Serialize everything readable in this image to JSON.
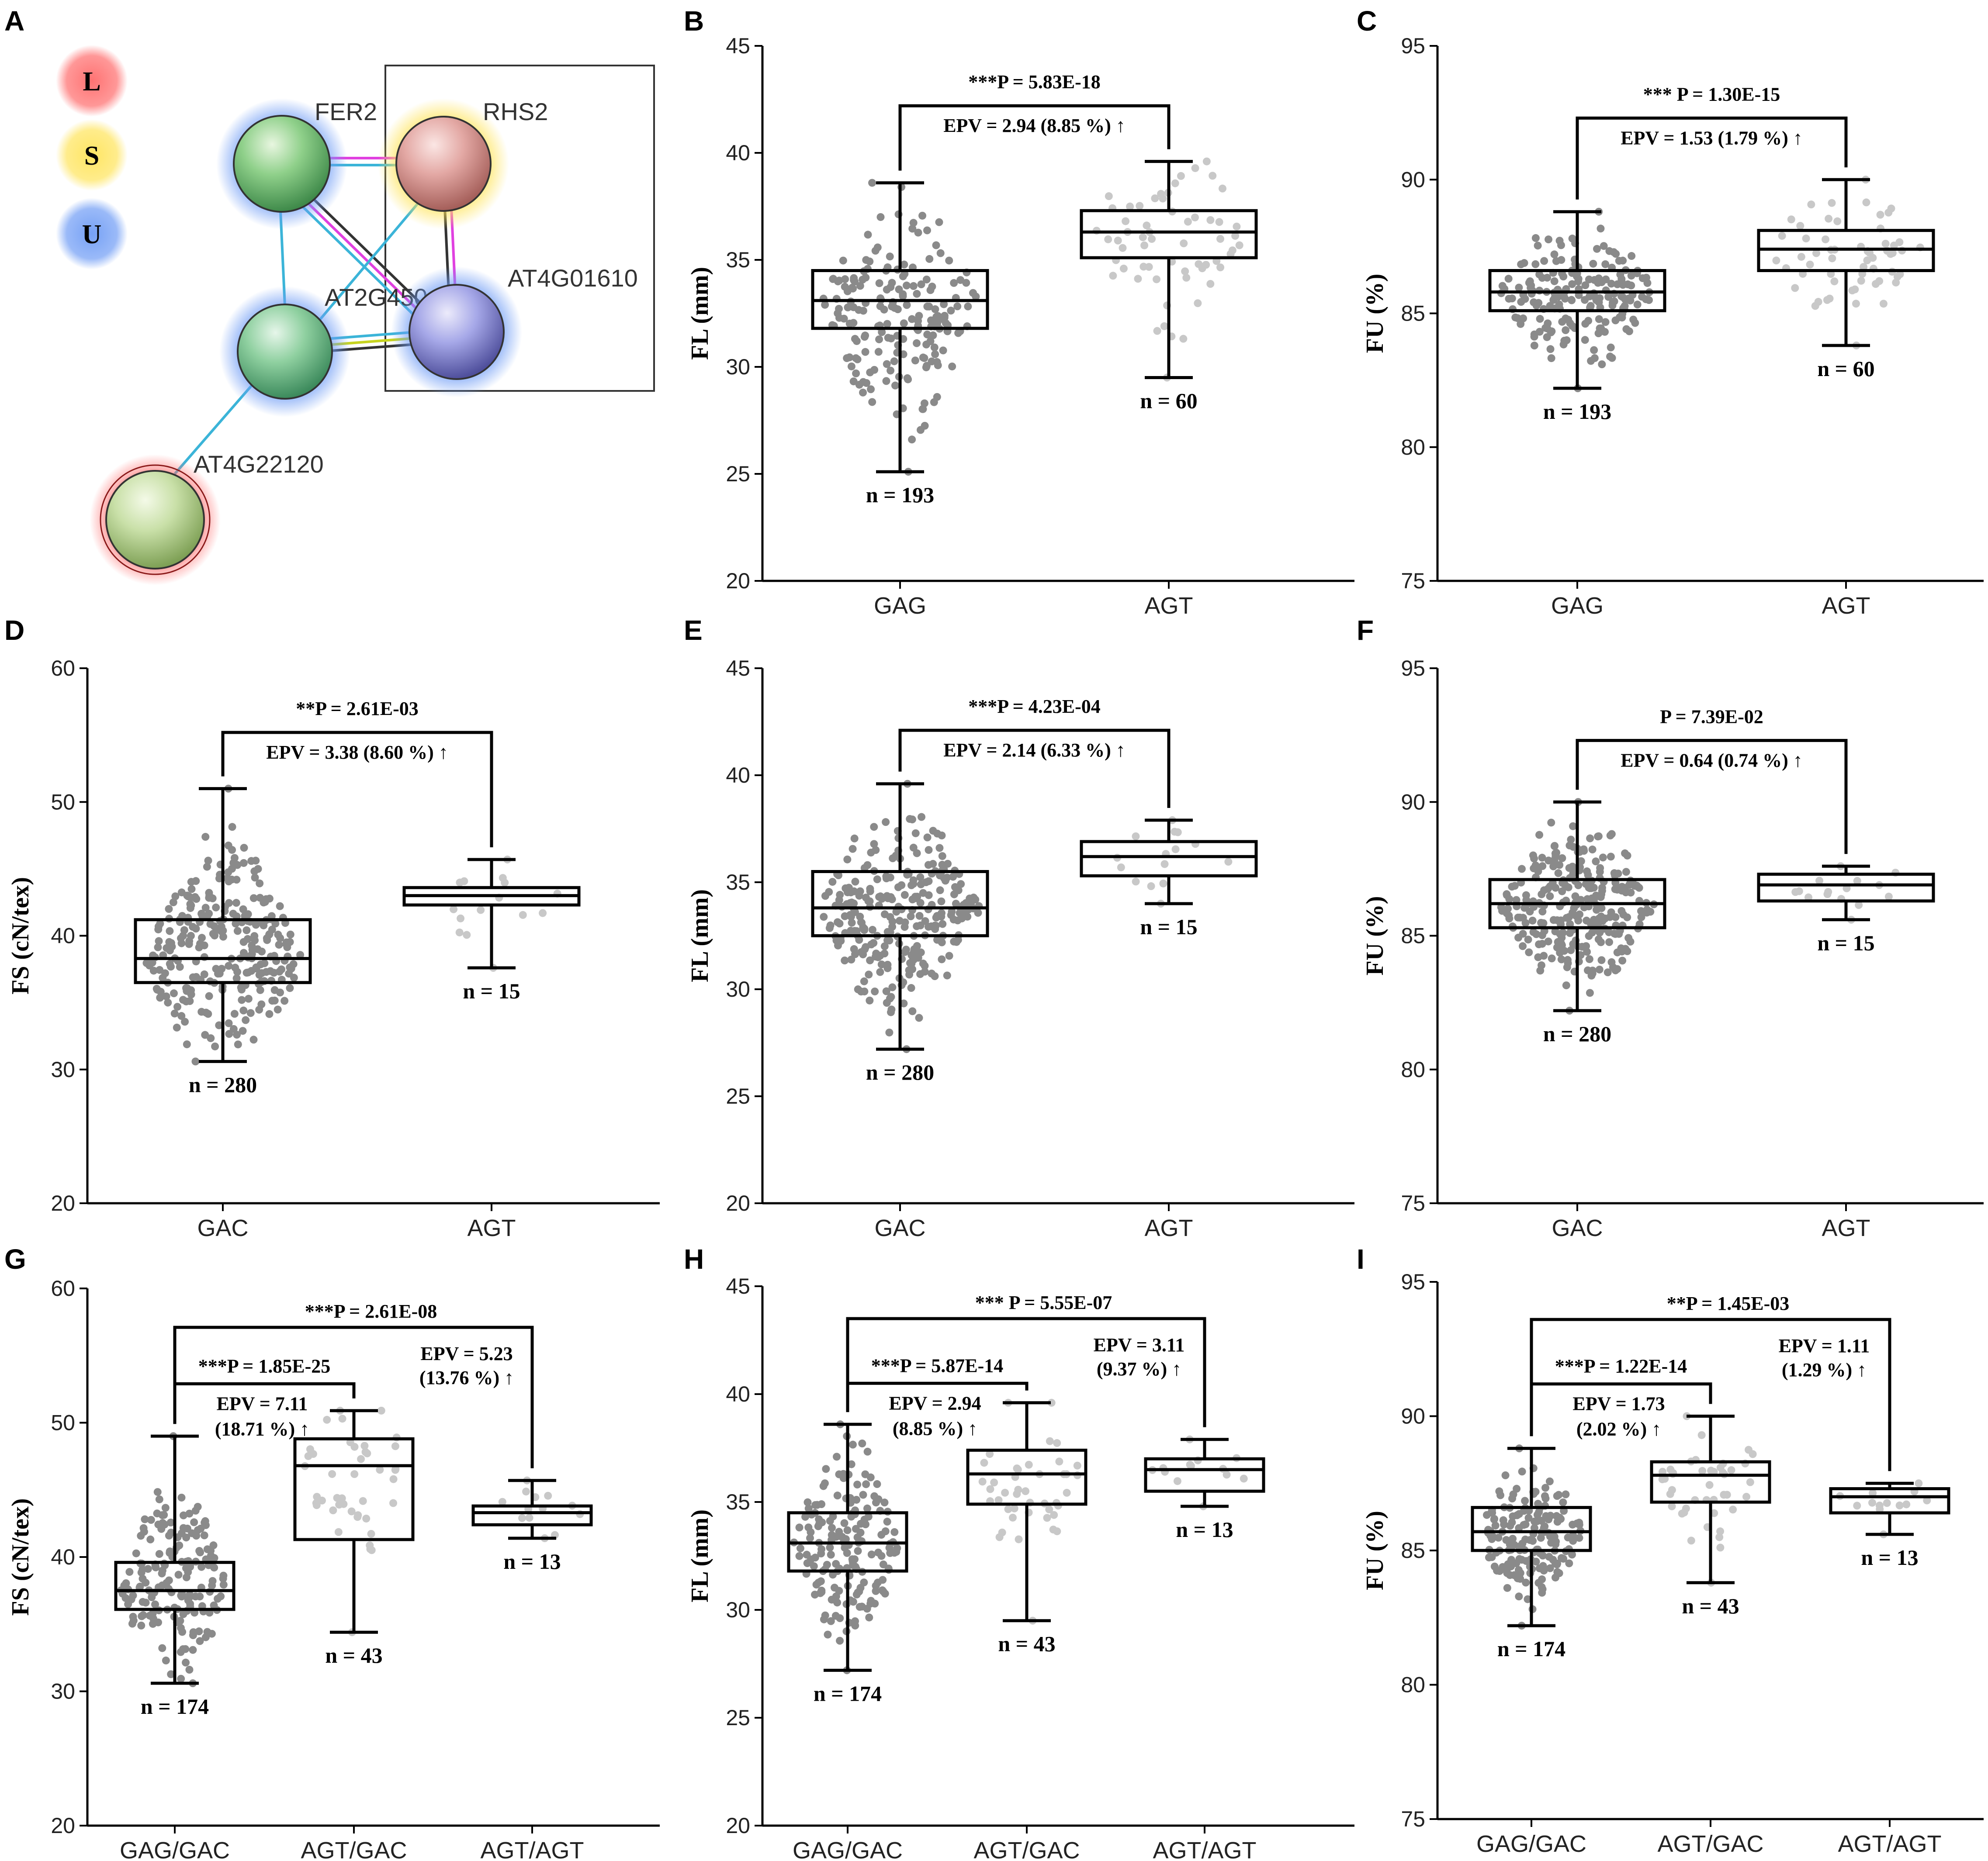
{
  "panels": {
    "A": {
      "letter": "A",
      "legend": [
        {
          "label": "L",
          "color": "#ff6b6b"
        },
        {
          "label": "S",
          "color": "#ffe45a"
        },
        {
          "label": "U",
          "color": "#6f9cf5"
        }
      ],
      "nodes": [
        {
          "id": "FER2",
          "label": "FER2",
          "halo": "#6f9cf5",
          "fill": "#8fd08a"
        },
        {
          "id": "RHS2",
          "label": "RHS2",
          "halo": "#ffe45a",
          "fill": "#e3a8a4"
        },
        {
          "id": "AT2G450",
          "label": "AT2G450",
          "halo": "#6f9cf5",
          "fill": "#8fd0a0"
        },
        {
          "id": "AT4G01610",
          "label": "AT4G01610",
          "halo": "#6f9cf5",
          "fill": "#a6a8e8"
        },
        {
          "id": "AT4G22120",
          "label": "AT4G22120",
          "halo": "#ff6b6b",
          "fill": "#c9e0a8"
        }
      ]
    }
  },
  "chart_data": [
    {
      "panel": "B",
      "type": "box",
      "ylabel": "FL (mm)",
      "ylim": [
        20,
        45
      ],
      "yticks": [
        20,
        25,
        30,
        35,
        40,
        45
      ],
      "categories": [
        "GAG",
        "AGT"
      ],
      "boxes": [
        {
          "category": "GAG",
          "min": 25.1,
          "q1": 31.8,
          "median": 33.1,
          "q3": 34.5,
          "max": 38.6,
          "n_label": "n = 193",
          "n": 193
        },
        {
          "category": "AGT",
          "min": 29.5,
          "q1": 35.1,
          "median": 36.3,
          "q3": 37.3,
          "max": 39.6,
          "n_label": "n = 60",
          "n": 60
        }
      ],
      "brackets": [
        {
          "from": 0,
          "to": 1,
          "y": 42.2,
          "p_label": "***P = 5.83E-18",
          "epv_label": "EPV = 2.94 (8.85 %) ↑"
        }
      ]
    },
    {
      "panel": "C",
      "type": "box",
      "ylabel": "FU (%)",
      "ylim": [
        75,
        95
      ],
      "yticks": [
        75,
        80,
        85,
        90,
        95
      ],
      "categories": [
        "GAG",
        "AGT"
      ],
      "boxes": [
        {
          "category": "GAG",
          "min": 82.2,
          "q1": 85.1,
          "median": 85.8,
          "q3": 86.6,
          "max": 88.8,
          "n_label": "n = 193",
          "n": 193
        },
        {
          "category": "AGT",
          "min": 83.8,
          "q1": 86.6,
          "median": 87.4,
          "q3": 88.1,
          "max": 90.0,
          "n_label": "n = 60",
          "n": 60
        }
      ],
      "brackets": [
        {
          "from": 0,
          "to": 1,
          "y": 92.3,
          "p_label": "*** P = 1.30E-15",
          "epv_label": "EPV = 1.53 (1.79 %) ↑"
        }
      ]
    },
    {
      "panel": "D",
      "type": "box",
      "ylabel": "FS (cN/tex)",
      "ylim": [
        20,
        60
      ],
      "yticks": [
        20,
        30,
        40,
        50,
        60
      ],
      "categories": [
        "GAC",
        "AGT"
      ],
      "boxes": [
        {
          "category": "GAC",
          "min": 30.6,
          "q1": 36.5,
          "median": 38.3,
          "q3": 41.2,
          "max": 51.0,
          "n_label": "n = 280",
          "n": 280
        },
        {
          "category": "AGT",
          "min": 37.6,
          "q1": 42.3,
          "median": 43.0,
          "q3": 43.6,
          "max": 45.7,
          "n_label": "n = 15",
          "n": 15
        }
      ],
      "brackets": [
        {
          "from": 0,
          "to": 1,
          "y": 55.2,
          "p_label": "**P = 2.61E-03",
          "epv_label": "EPV = 3.38  (8.60 %) ↑"
        }
      ]
    },
    {
      "panel": "E",
      "type": "box",
      "ylabel": "FL (mm)",
      "ylim": [
        20,
        45
      ],
      "yticks": [
        20,
        25,
        30,
        35,
        40,
        45
      ],
      "categories": [
        "GAC",
        "AGT"
      ],
      "boxes": [
        {
          "category": "GAC",
          "min": 27.2,
          "q1": 32.5,
          "median": 33.8,
          "q3": 35.5,
          "max": 39.6,
          "n_label": "n = 280",
          "n": 280
        },
        {
          "category": "AGT",
          "min": 34.0,
          "q1": 35.3,
          "median": 36.2,
          "q3": 36.9,
          "max": 37.9,
          "n_label": "n = 15",
          "n": 15
        }
      ],
      "brackets": [
        {
          "from": 0,
          "to": 1,
          "y": 42.1,
          "p_label": "***P = 4.23E-04",
          "epv_label": "EPV = 2.14  (6.33 %) ↑"
        }
      ]
    },
    {
      "panel": "F",
      "type": "box",
      "ylabel": "FU (%)",
      "ylim": [
        75,
        95
      ],
      "yticks": [
        75,
        80,
        85,
        90,
        95
      ],
      "categories": [
        "GAC",
        "AGT"
      ],
      "boxes": [
        {
          "category": "GAC",
          "min": 82.2,
          "q1": 85.3,
          "median": 86.2,
          "q3": 87.1,
          "max": 90.0,
          "n_label": "n = 280",
          "n": 280
        },
        {
          "category": "AGT",
          "min": 85.6,
          "q1": 86.3,
          "median": 86.9,
          "q3": 87.3,
          "max": 87.6,
          "n_label": "n = 15",
          "n": 15
        }
      ],
      "brackets": [
        {
          "from": 0,
          "to": 1,
          "y": 92.3,
          "p_label": "P = 7.39E-02",
          "epv_label": "EPV = 0.64 (0.74 %) ↑"
        }
      ]
    },
    {
      "panel": "G",
      "type": "box",
      "ylabel": "FS (cN/tex)",
      "ylim": [
        20,
        60
      ],
      "yticks": [
        20,
        30,
        40,
        50,
        60
      ],
      "categories": [
        "GAG/GAC",
        "AGT/GAC",
        "AGT/AGT"
      ],
      "boxes": [
        {
          "category": "GAG/GAC",
          "min": 30.6,
          "q1": 36.1,
          "median": 37.5,
          "q3": 39.6,
          "max": 49.0,
          "n_label": "n = 174",
          "n": 174
        },
        {
          "category": "AGT/GAC",
          "min": 34.4,
          "q1": 41.3,
          "median": 46.8,
          "q3": 48.8,
          "max": 50.9,
          "n_label": "n = 43",
          "n": 43
        },
        {
          "category": "AGT/AGT",
          "min": 41.4,
          "q1": 42.4,
          "median": 43.3,
          "q3": 43.8,
          "max": 45.7,
          "n_label": "n = 13",
          "n": 13
        }
      ],
      "brackets": [
        {
          "from": 0,
          "to": 2,
          "y": 57.1,
          "p_label": "***P = 2.61E-08",
          "epv_label": "EPV = 5.23",
          "epv_label2": "(13.76 %) ↑"
        },
        {
          "from": 0,
          "to": 1,
          "y": 52.9,
          "p_label": "***P = 1.85E-25",
          "epv_label": "EPV = 7.11",
          "epv_label2": "(18.71 %) ↑"
        }
      ]
    },
    {
      "panel": "H",
      "type": "box",
      "ylabel": "FL (mm)",
      "ylim": [
        20,
        45
      ],
      "yticks": [
        20,
        25,
        30,
        35,
        40,
        45
      ],
      "categories": [
        "GAG/GAC",
        "AGT/GAC",
        "AGT/AGT"
      ],
      "boxes": [
        {
          "category": "GAG/GAC",
          "min": 27.2,
          "q1": 31.8,
          "median": 33.1,
          "q3": 34.5,
          "max": 38.6,
          "n_label": "n = 174",
          "n": 174
        },
        {
          "category": "AGT/GAC",
          "min": 29.5,
          "q1": 34.9,
          "median": 36.3,
          "q3": 37.4,
          "max": 39.6,
          "n_label": "n = 43",
          "n": 43
        },
        {
          "category": "AGT/AGT",
          "min": 34.8,
          "q1": 35.5,
          "median": 36.5,
          "q3": 37.0,
          "max": 37.9,
          "n_label": "n = 13",
          "n": 13
        }
      ],
      "brackets": [
        {
          "from": 0,
          "to": 2,
          "y": 43.5,
          "p_label": "*** P = 5.55E-07",
          "epv_label": "EPV = 3.11",
          "epv_label2": "(9.37 %) ↑"
        },
        {
          "from": 0,
          "to": 1,
          "y": 40.5,
          "p_label": "***P = 5.87E-14",
          "epv_label": "EPV = 2.94",
          "epv_label2": "(8.85 %) ↑"
        }
      ]
    },
    {
      "panel": "I",
      "type": "box",
      "ylabel": "FU (%)",
      "ylim": [
        75,
        95
      ],
      "yticks": [
        75,
        80,
        85,
        90,
        95
      ],
      "categories": [
        "GAG/GAC",
        "AGT/GAC",
        "AGT/AGT"
      ],
      "boxes": [
        {
          "category": "GAG/GAC",
          "min": 82.2,
          "q1": 85.0,
          "median": 85.7,
          "q3": 86.6,
          "max": 88.8,
          "n_label": "n = 174",
          "n": 174
        },
        {
          "category": "AGT/GAC",
          "min": 83.8,
          "q1": 86.8,
          "median": 87.8,
          "q3": 88.3,
          "max": 90.0,
          "n_label": "n = 43",
          "n": 43
        },
        {
          "category": "AGT/AGT",
          "min": 85.6,
          "q1": 86.4,
          "median": 87.0,
          "q3": 87.3,
          "max": 87.5,
          "n_label": "n = 13",
          "n": 13
        }
      ],
      "brackets": [
        {
          "from": 0,
          "to": 2,
          "y": 93.6,
          "p_label": "**P = 1.45E-03",
          "epv_label": "EPV = 1.11",
          "epv_label2": "(1.29 %) ↑"
        },
        {
          "from": 0,
          "to": 1,
          "y": 91.2,
          "p_label": "***P = 1.22E-14",
          "epv_label": "EPV = 1.73",
          "epv_label2": "(2.02 %) ↑"
        }
      ]
    }
  ]
}
